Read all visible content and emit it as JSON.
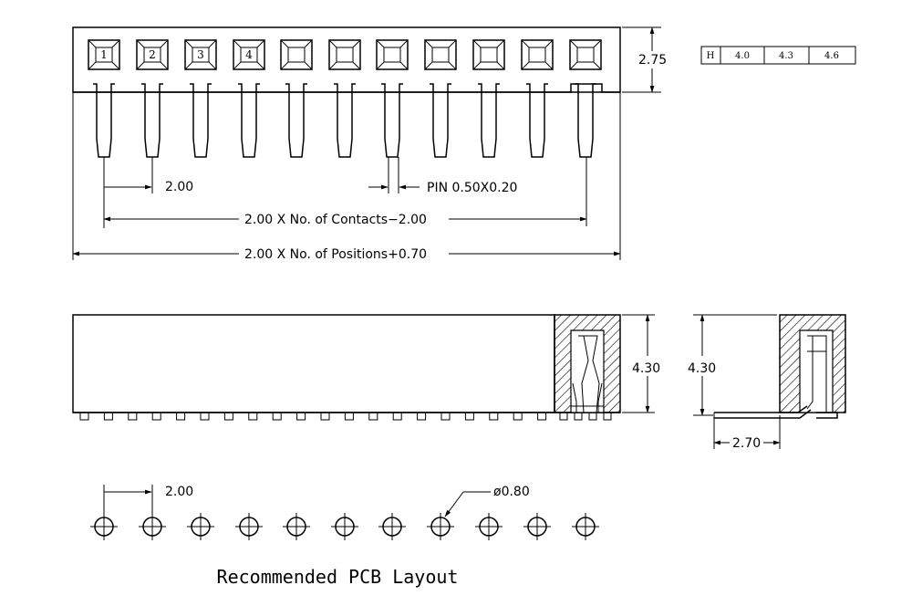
{
  "top_view": {
    "pin_numbers": [
      "1",
      "2",
      "3",
      "4"
    ],
    "height_dim": "2.75",
    "pitch_dim": "2.00",
    "pin_dim": "PIN  0.50X0.20",
    "contacts_dim": "2.00  X  No.  of  Contacts−2.00",
    "positions_dim": "2.00  X  No.  of  Positions+0.70"
  },
  "height_table": {
    "header": "H",
    "values": [
      "4.0",
      "4.3",
      "4.6"
    ]
  },
  "side_view": {
    "height_dim": "4.30"
  },
  "right_angle_view": {
    "height_dim": "4.30",
    "offset_dim": "2.70"
  },
  "pcb_layout": {
    "pitch_dim": "2.00",
    "hole_dim": "ø0.80",
    "caption": "Recommended PCB Layout"
  }
}
